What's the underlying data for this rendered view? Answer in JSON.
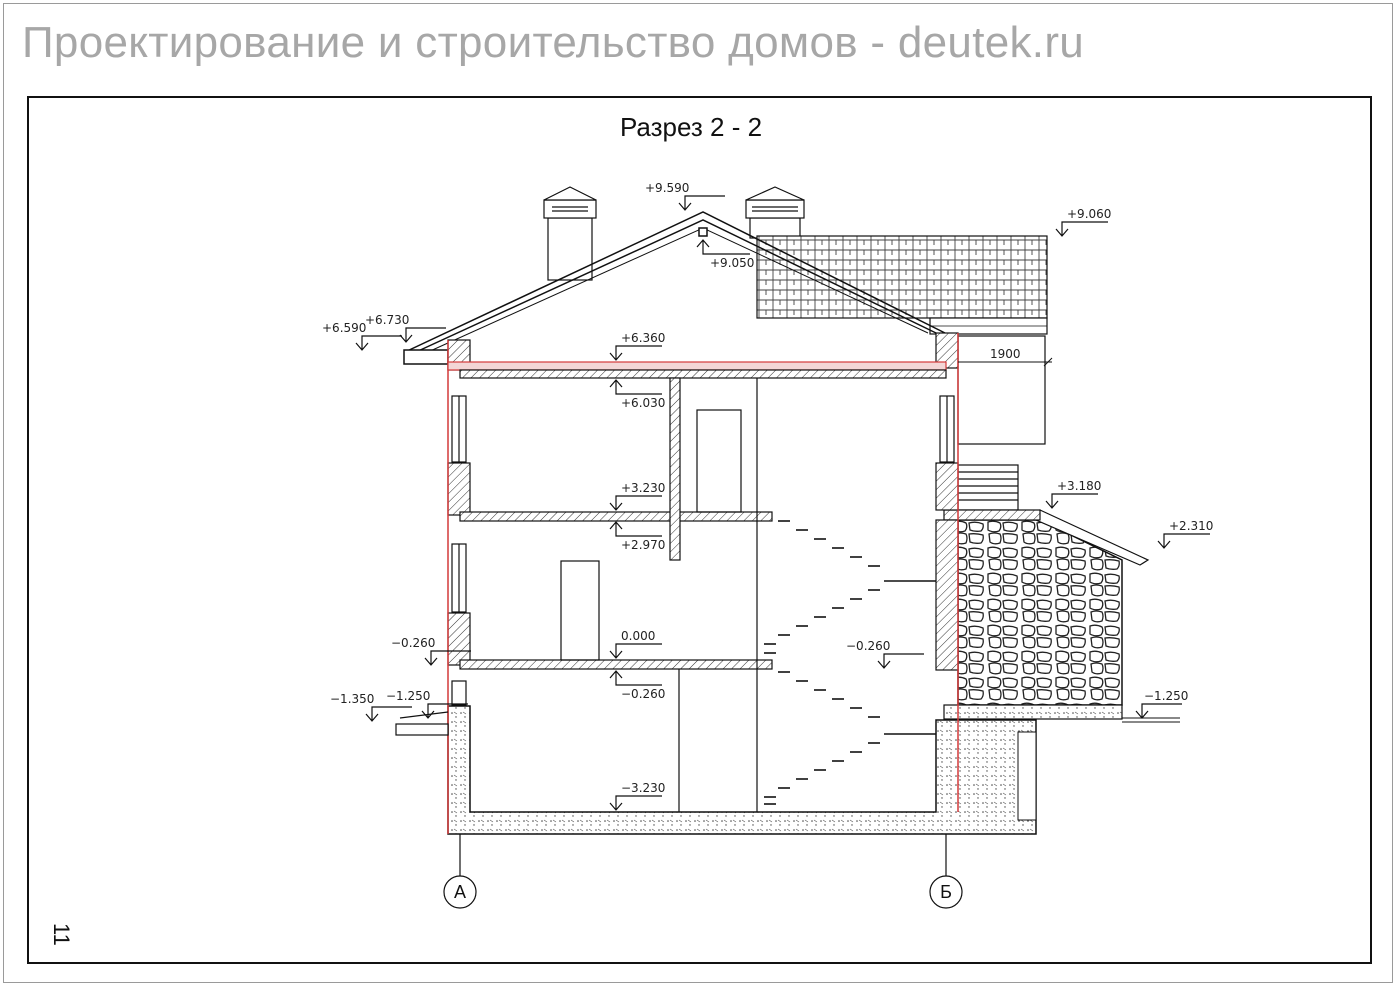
{
  "header": {
    "site_title": "Проектирование и строительство домов - deutek.ru"
  },
  "drawing": {
    "title": "Разрез 2 - 2",
    "sheet_number": "11",
    "axes": [
      "А",
      "Б"
    ],
    "dimension": "1900",
    "levels": {
      "ridge_top": "+9.590",
      "ridge_inner": "+9.050",
      "annex_roof": "+9.060",
      "eave_outer": "+6.590",
      "eave_inner": "+6.730",
      "attic_floor_top": "+6.360",
      "attic_floor_bottom": "+6.030",
      "second_floor_top": "+3.230",
      "second_floor_bottom": "+2.970",
      "terrace_top": "+3.180",
      "terrace_roof_edge": "+2.310",
      "first_floor_top": "0.000",
      "first_floor_bottom": "−0.260",
      "left_wall_mark": "−0.260",
      "stair_landing": "−0.260",
      "entrance_step": "−1.250",
      "ground_left": "−1.350",
      "ground_right": "−1.250",
      "basement_floor": "−3.230"
    }
  },
  "colors": {
    "line": "#111111",
    "insulation": "#d43a3a",
    "insulation_fill": "#f3d6d6",
    "title": "#a7a7a7"
  }
}
